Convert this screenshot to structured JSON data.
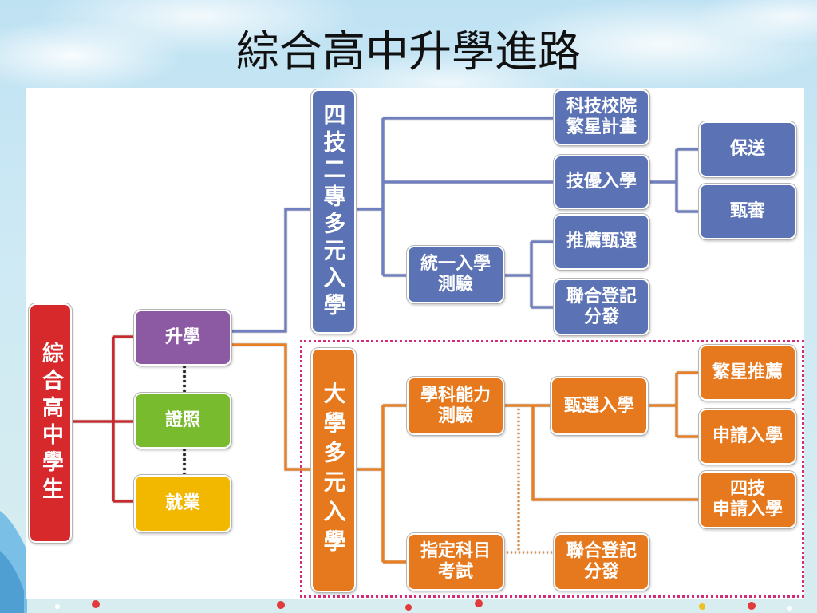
{
  "slide": {
    "title": "綜合高中升學進路"
  },
  "colors": {
    "student": "#d7282c",
    "study": "#8c59a3",
    "license": "#78bb2e",
    "employ": "#f2b800",
    "tech": "#5b73b4",
    "univ": "#e6791d",
    "line-red": "#c92a2f",
    "line-blue": "#6f7fc0",
    "line-orange": "#e97f22",
    "frame": "#d42a78",
    "title": "#111111"
  },
  "diagram": {
    "root": "綜合高中學生",
    "paths": {
      "study": "升學",
      "license": "證照",
      "employment": "就業"
    },
    "tech_track": {
      "label": "四技二專多元入學",
      "star_plan": "科技校院\n繁星計畫",
      "skill_excellence": "技優入學",
      "guaranteed": "保送",
      "screening": "甄審",
      "unified_exam": "統一入學\n測驗",
      "recommendation": "推薦甄選",
      "joint_distribution": "聯合登記\n分發"
    },
    "univ_track": {
      "label": "大學多元入學",
      "gsat": "學科能力\n測驗",
      "ast": "指定科目\n考試",
      "selection": "甄選入學",
      "star_recommendation": "繁星推薦",
      "personal_application": "申請入學",
      "tech_application": "四技\n申請入學",
      "joint_distribution": "聯合登記\n分發"
    }
  }
}
